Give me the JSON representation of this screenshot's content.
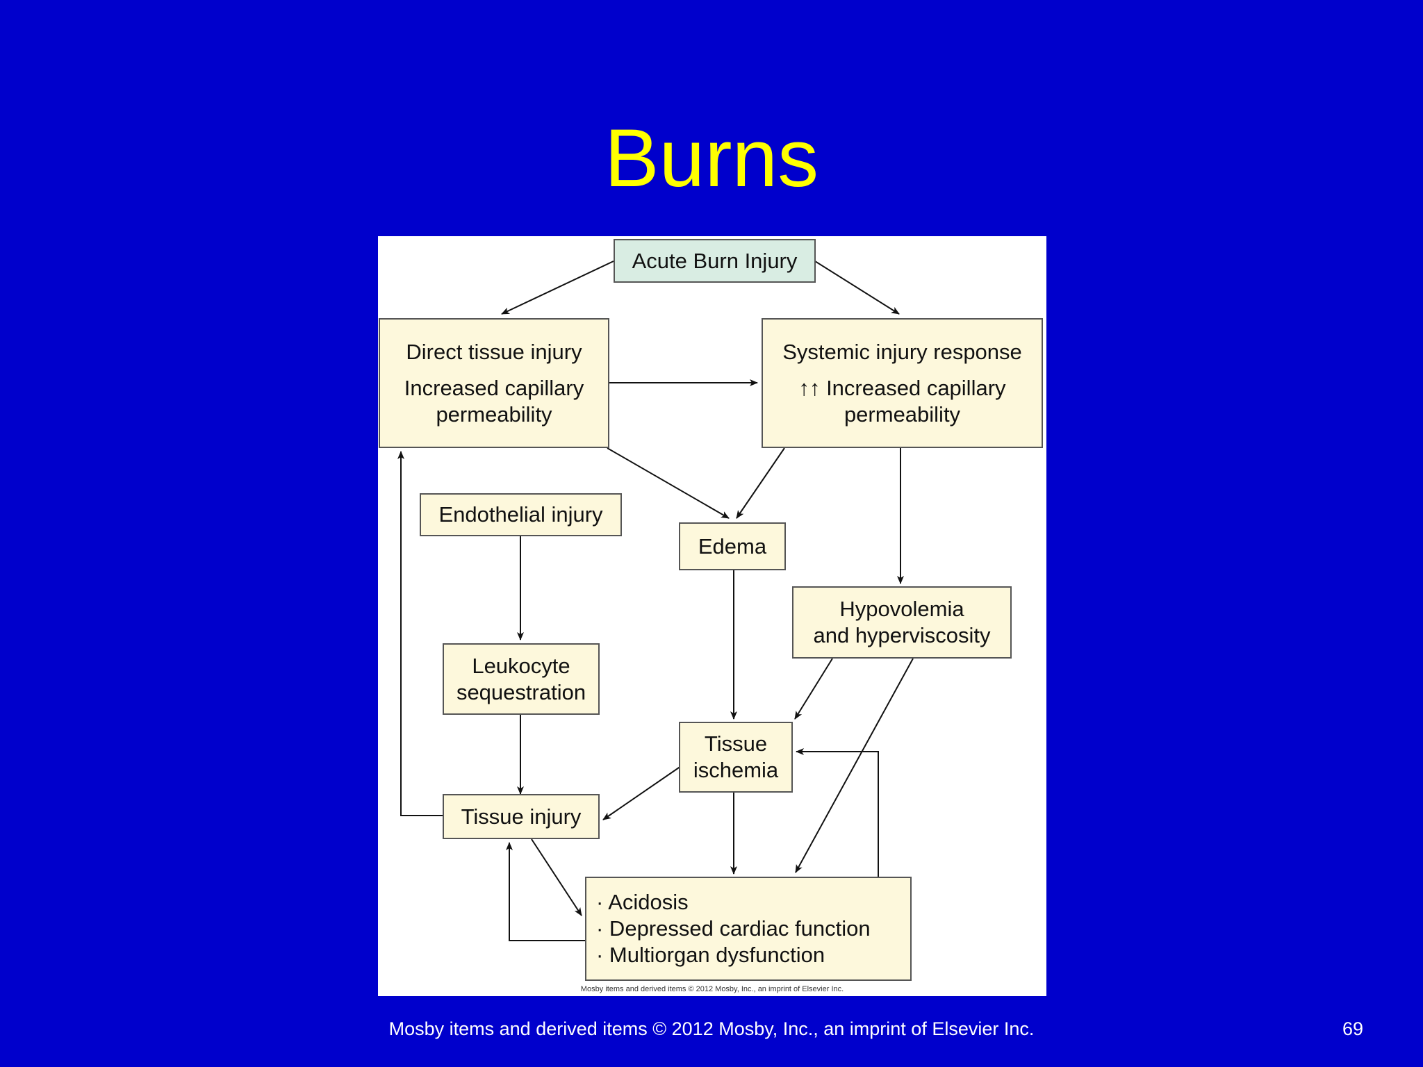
{
  "slide": {
    "title": "Burns",
    "footer": "Mosby items and derived items © 2012 Mosby, Inc., an imprint of Elsevier Inc.",
    "page_number": "69"
  },
  "diagram": {
    "credit": "Mosby items and derived items © 2012 Mosby, Inc., an imprint of Elsevier Inc.",
    "nodes": {
      "acute": {
        "label": "Acute Burn Injury"
      },
      "direct": {
        "line1": "Direct tissue injury",
        "line2": "Increased capillary",
        "line3": "permeability"
      },
      "systemic": {
        "line1": "Systemic injury response",
        "line2": "↑↑ Increased capillary",
        "line3": "permeability"
      },
      "endothelial": {
        "label": "Endothelial injury"
      },
      "edema": {
        "label": "Edema"
      },
      "hypovolemia": {
        "line1": "Hypovolemia",
        "line2": "and hyperviscosity"
      },
      "leukocyte": {
        "line1": "Leukocyte",
        "line2": "sequestration"
      },
      "ischemia": {
        "line1": "Tissue",
        "line2": "ischemia"
      },
      "tissue_injury": {
        "label": "Tissue injury"
      },
      "outcomes": {
        "items": [
          "· Acidosis",
          "· Depressed cardiac function",
          "· Multiorgan dysfunction"
        ]
      }
    },
    "edges": [
      {
        "from": "Acute Burn Injury",
        "to": "Direct tissue injury"
      },
      {
        "from": "Acute Burn Injury",
        "to": "Systemic injury response"
      },
      {
        "from": "Direct tissue injury",
        "to": "Systemic injury response"
      },
      {
        "from": "Direct tissue injury",
        "to": "Edema"
      },
      {
        "from": "Systemic injury response",
        "to": "Edema"
      },
      {
        "from": "Systemic injury response",
        "to": "Hypovolemia and hyperviscosity"
      },
      {
        "from": "Endothelial injury",
        "to": "Leukocyte sequestration"
      },
      {
        "from": "Leukocyte sequestration",
        "to": "Tissue injury"
      },
      {
        "from": "Edema",
        "to": "Tissue ischemia"
      },
      {
        "from": "Hypovolemia and hyperviscosity",
        "to": "Tissue ischemia"
      },
      {
        "from": "Hypovolemia and hyperviscosity",
        "to": "Acidosis / Depressed cardiac function / Multiorgan dysfunction"
      },
      {
        "from": "Tissue ischemia",
        "to": "Tissue injury"
      },
      {
        "from": "Tissue ischemia",
        "to": "Acidosis / Depressed cardiac function / Multiorgan dysfunction"
      },
      {
        "from": "Tissue injury",
        "to": "Direct tissue injury"
      },
      {
        "from": "Tissue injury",
        "to": "Acidosis / Depressed cardiac function / Multiorgan dysfunction"
      },
      {
        "from": "Acidosis / Depressed cardiac function / Multiorgan dysfunction",
        "to": "Tissue injury"
      },
      {
        "from": "Acidosis / Depressed cardiac function / Multiorgan dysfunction",
        "to": "Tissue ischemia"
      }
    ]
  }
}
